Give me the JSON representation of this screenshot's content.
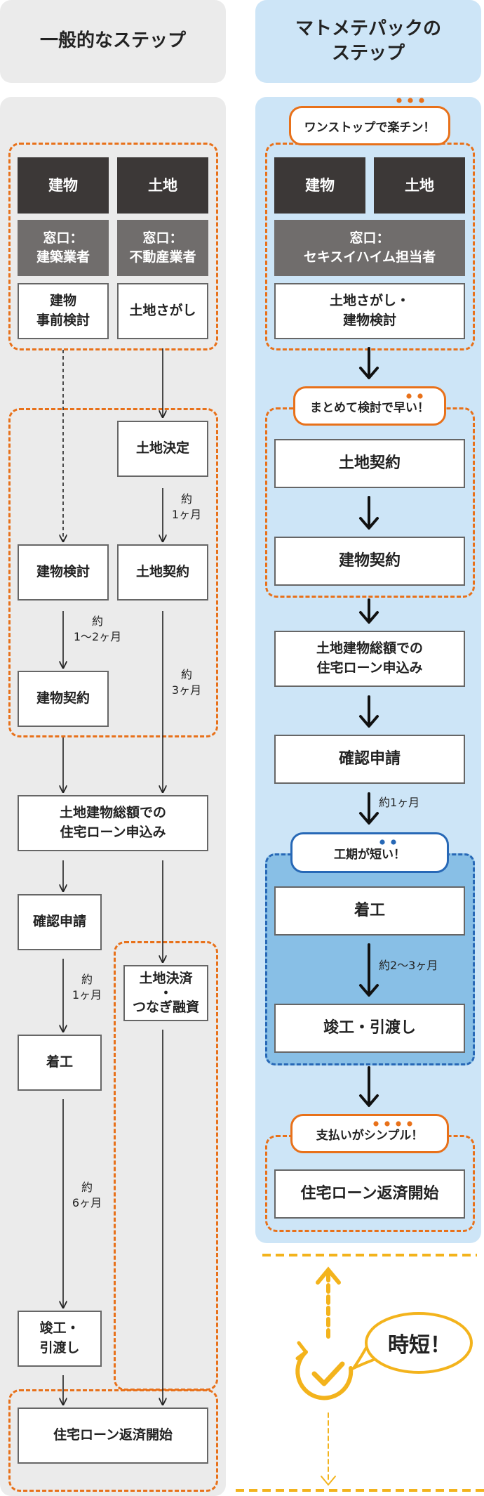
{
  "left": {
    "title": "一般的なステップ",
    "header_building": "建物",
    "header_land": "土地",
    "window_building": "窓口：\n建築業者",
    "window_land": "窓口：\n不動産業者",
    "building_precheck": "建物\n事前検討",
    "land_search": "土地さがし",
    "land_decision": "土地決定",
    "note_1m": "約\n1ヶ月",
    "building_review": "建物検討",
    "land_contract": "土地契約",
    "note_1_2m": "約\n1〜2ヶ月",
    "note_3m": "約\n3ヶ月",
    "building_contract": "建物契約",
    "loan_application": "土地建物総額での\n住宅ローン申込み",
    "confirmation": "確認申請",
    "note_1m_b": "約\n1ヶ月",
    "land_settlement": "土地決済\n・\nつなぎ融資",
    "construction_start": "着工",
    "note_6m": "約\n6ヶ月",
    "completion": "竣工・\n引渡し",
    "repayment": "住宅ローン返済開始"
  },
  "right": {
    "title": "マトメテパックの\nステップ",
    "callout_onestop": "ワンストップで楽チン！",
    "header_building": "建物",
    "header_land": "土地",
    "window": "窓口：\nセキスイハイム担当者",
    "search_review": "土地さがし・\n建物検討",
    "callout_fast": "まとめて検討で早い！",
    "land_contract": "土地契約",
    "building_contract": "建物契約",
    "loan_application": "土地建物総額での\n住宅ローン申込み",
    "confirmation": "確認申請",
    "note_1m": "約1ヶ月",
    "callout_short": "工期が短い！",
    "construction_start": "着工",
    "note_2_3m": "約2〜3ヶ月",
    "completion": "竣工・引渡し",
    "callout_simple": "支払いがシンプル！",
    "repayment": "住宅ローン返済開始"
  },
  "jitan": "時短！",
  "colors": {
    "left_bg": "#ebebeb",
    "right_bg": "#cde5f7",
    "orange": "#e8711a",
    "blue": "#2768b6",
    "yellow": "#f3b31c",
    "dark_box": "#3c3837",
    "grey_box": "#706d6c"
  }
}
